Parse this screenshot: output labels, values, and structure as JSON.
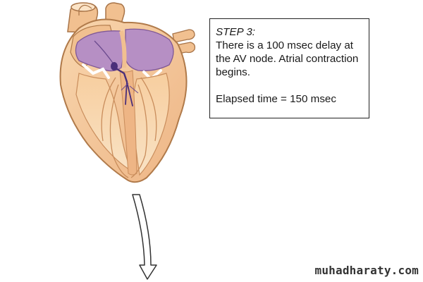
{
  "step_box": {
    "title": "STEP 3:",
    "description": "There is a 100 msec delay at the AV node. Atrial contraction begins.",
    "elapsed": "Elapsed time = 150 msec"
  },
  "watermark": "muhadharaty.com",
  "colors": {
    "myocardium": "#f4c99a",
    "myocardium_dark": "#e9a973",
    "myocardium_outline": "#b07a4a",
    "atria_depolarized": "#b68fc4",
    "atria_dark": "#8f66a3",
    "conduction_path": "#4a2f7a",
    "valve": "#ffffff"
  }
}
